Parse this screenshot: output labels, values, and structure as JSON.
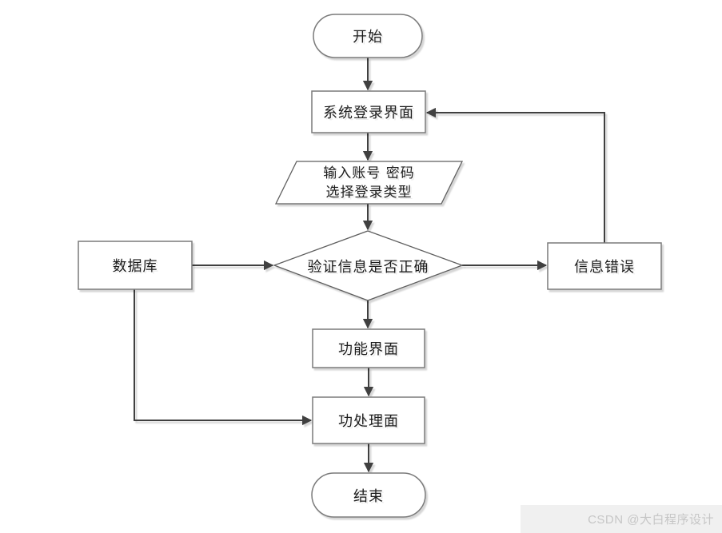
{
  "colors": {
    "background": "#ffffff",
    "connector_line": "#3f3f3f",
    "shape_border": "#7a7a7a",
    "shape_fill": "#ffffff",
    "shape_shadow": "#dcdcdc",
    "label_text": "#1c1c1c",
    "watermark_bg": "#f0f0f0",
    "watermark_text": "#c6c6c6"
  },
  "nodes": {
    "start": {
      "label": "开始",
      "type": "terminator"
    },
    "login": {
      "label": "系统登录界面",
      "type": "process"
    },
    "input": {
      "line1": "输入账号 密码",
      "line2": "选择登录类型",
      "type": "input-output"
    },
    "verify": {
      "label": "验证信息是否正确",
      "type": "decision"
    },
    "database": {
      "label": "数据库",
      "type": "process"
    },
    "error": {
      "label": "信息错误",
      "type": "process"
    },
    "function_ui": {
      "label": "功能界面",
      "type": "process"
    },
    "process_ui": {
      "label": "功处理面",
      "type": "process"
    },
    "end": {
      "label": "结束",
      "type": "terminator"
    }
  },
  "edges": [
    {
      "from": "start",
      "to": "login"
    },
    {
      "from": "login",
      "to": "input"
    },
    {
      "from": "input",
      "to": "verify"
    },
    {
      "from": "database",
      "to": "verify"
    },
    {
      "from": "verify",
      "to": "error"
    },
    {
      "from": "error",
      "to": "login"
    },
    {
      "from": "verify",
      "to": "function_ui"
    },
    {
      "from": "function_ui",
      "to": "process_ui"
    },
    {
      "from": "database",
      "to": "process_ui"
    },
    {
      "from": "process_ui",
      "to": "end"
    }
  ],
  "watermark": {
    "text": "CSDN @大白程序设计"
  }
}
